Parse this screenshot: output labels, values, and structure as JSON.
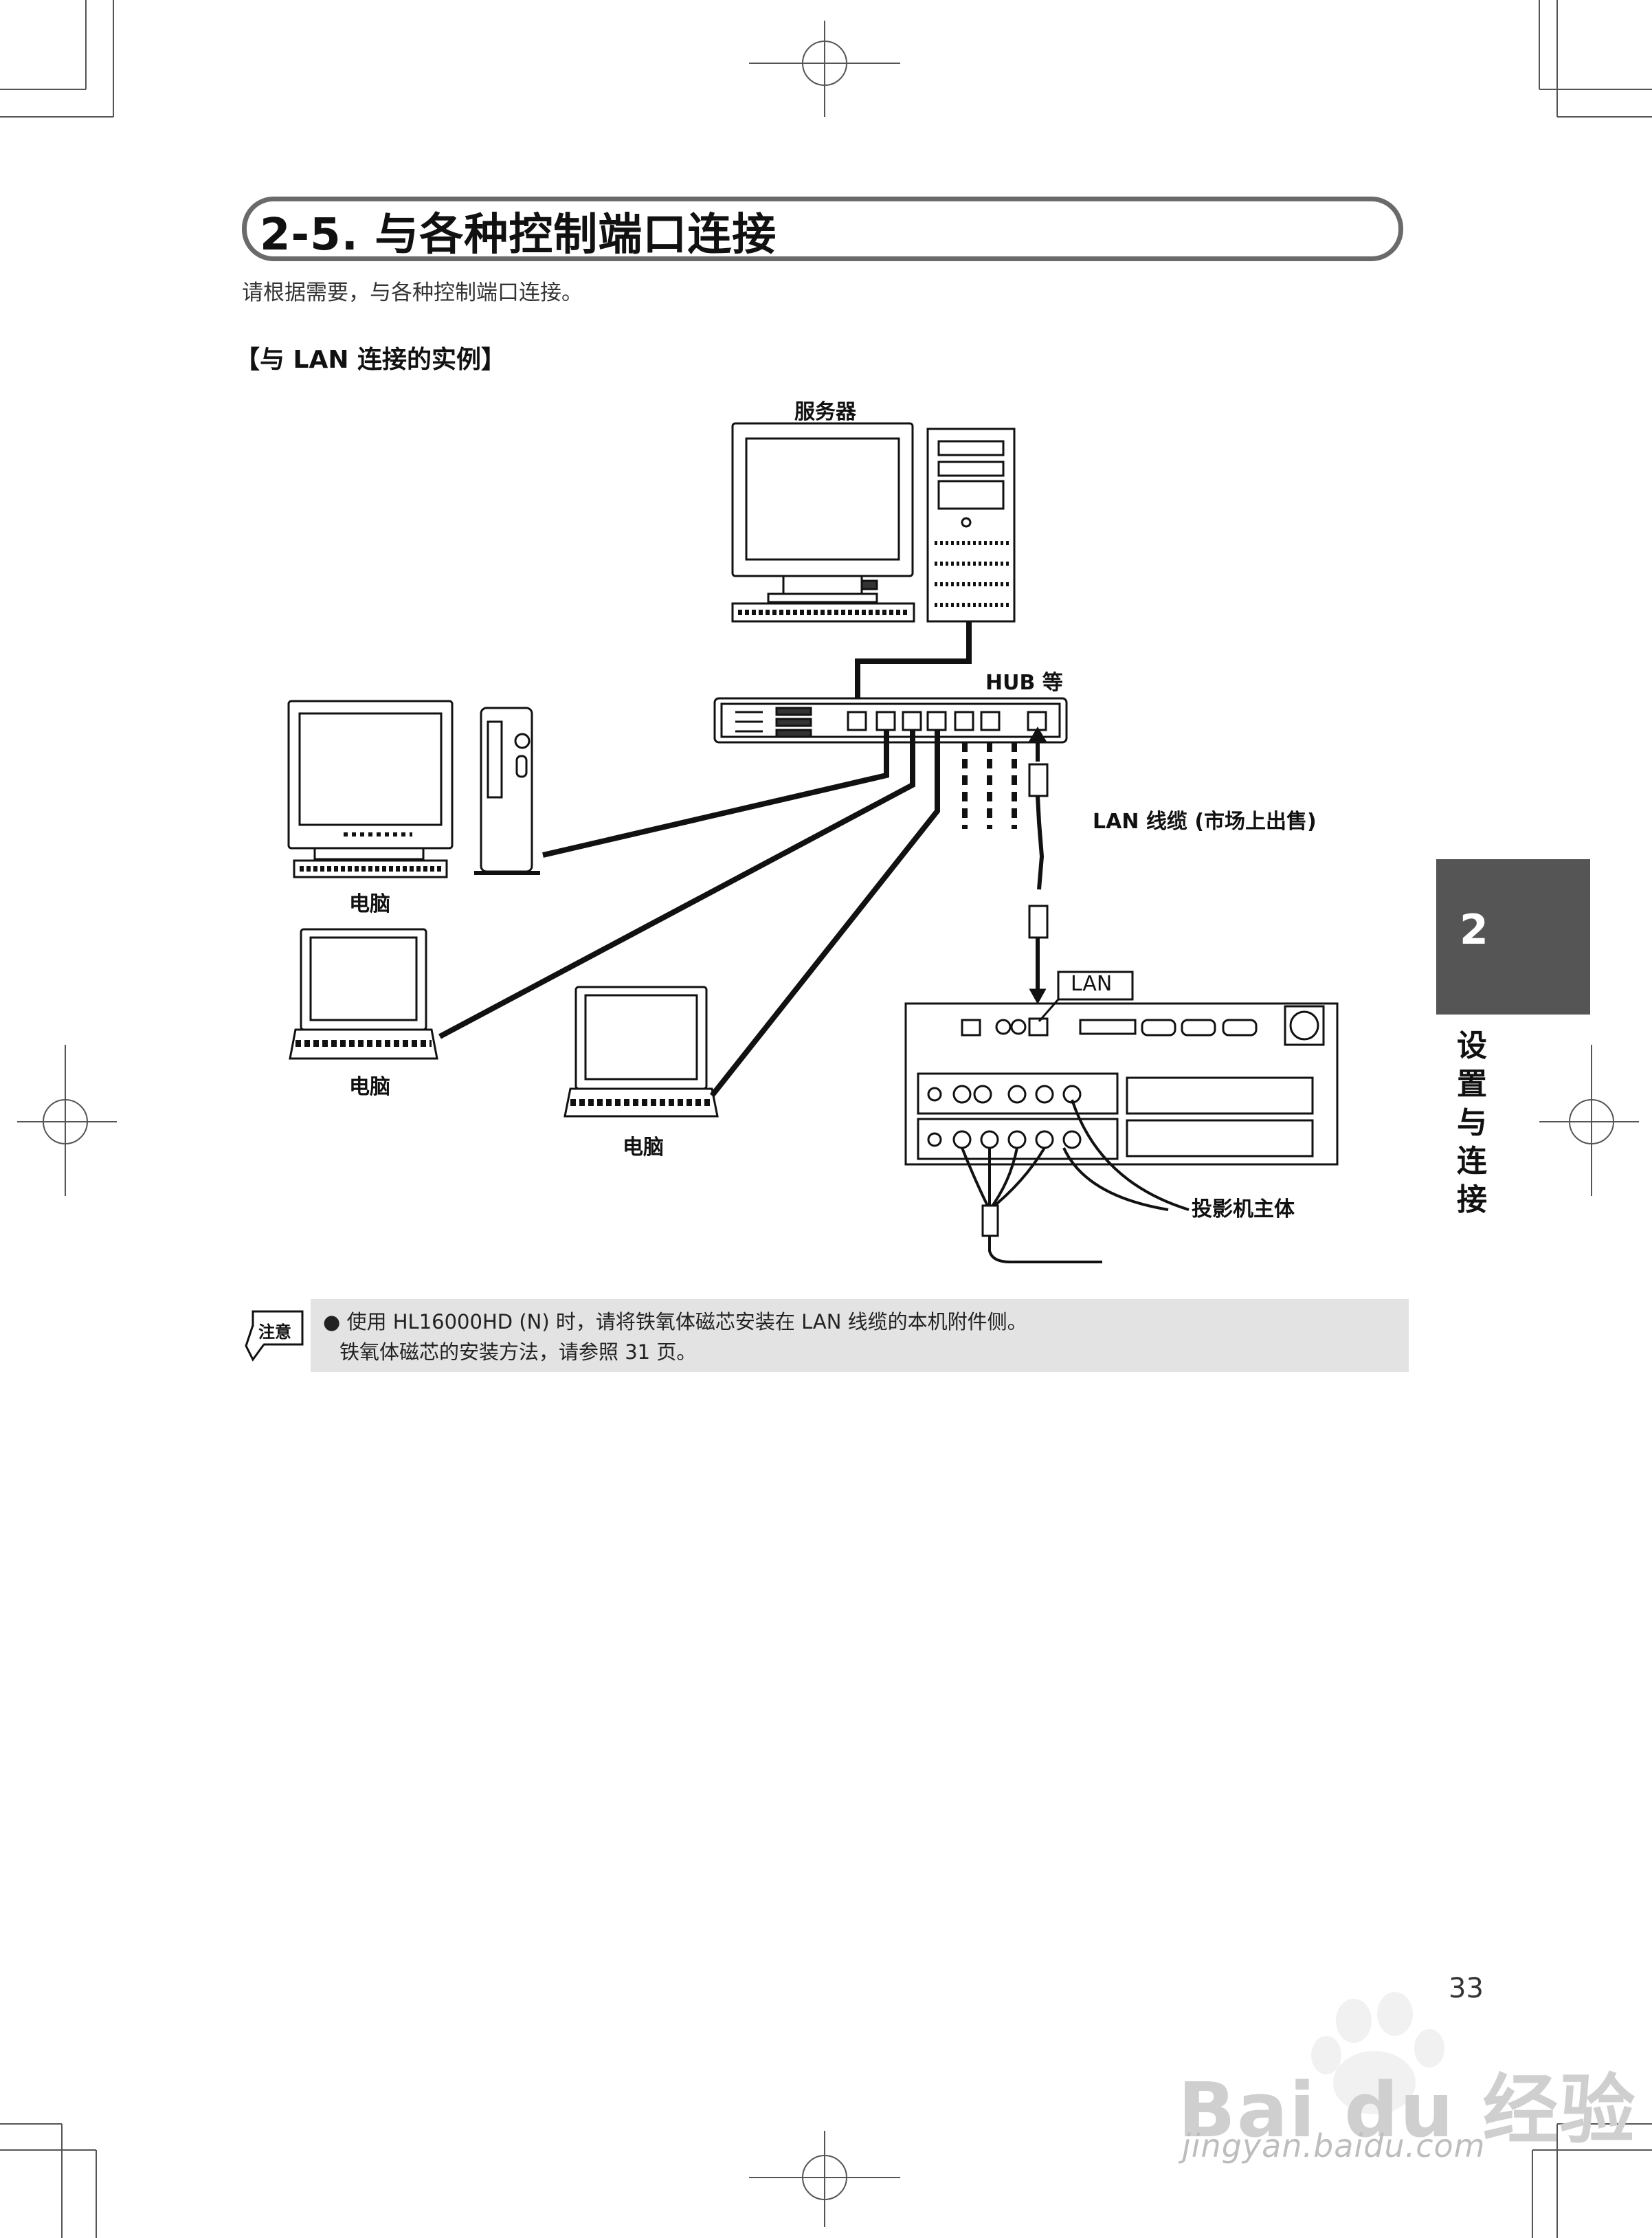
{
  "section": {
    "title": "2-5. 与各种控制端口连接",
    "intro": "请根据需要，与各种控制端口连接。",
    "example_heading": "【与 LAN 连接的实例】"
  },
  "diagram": {
    "server_label": "服务器",
    "hub_label": "HUB 等",
    "cable_label": "LAN 线缆 (市场上出售)",
    "lan_port_label": "LAN",
    "pc_label_1": "电脑",
    "pc_label_2": "电脑",
    "pc_label_3": "电脑",
    "projector_label": "投影机主体"
  },
  "chapter_tab": {
    "number": "2",
    "title": "设置与连接"
  },
  "note": {
    "icon_label": "注意",
    "line1": "● 使用 HL16000HD (N) 时，请将铁氧体磁芯安装在 LAN 线缆的本机附件侧。",
    "line2": "铁氧体磁芯的安装方法，请参照 31 页。"
  },
  "page_number": "33",
  "watermark": {
    "brand": "Bai du 经验",
    "url": "jingyan.baidu.com"
  }
}
